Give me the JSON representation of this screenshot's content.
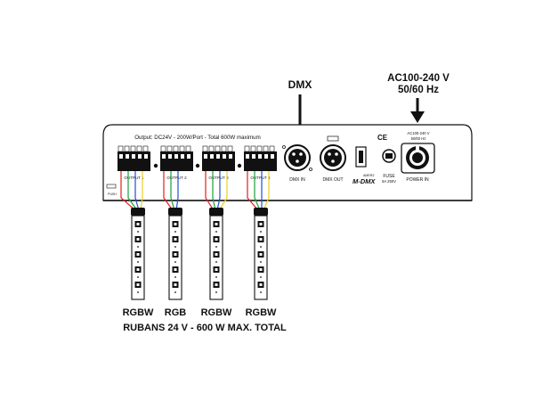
{
  "callouts": {
    "dmx": "DMX",
    "ac_line1": "AC100-240 V",
    "ac_line2": "50/60 Hz"
  },
  "panel": {
    "output_spec": "Output: DC24V - 200W/Port - Total 600W maximum",
    "ce_mark": "CE",
    "fuse_label": "FUSE",
    "fuse_rating": "6A 250V",
    "power_spec_line1": "AC100-240 V",
    "power_spec_line2": "50/60 Hz",
    "brand_logo": "M-DMX",
    "brand_small": "AMERZ"
  },
  "outputs": [
    {
      "label": "OUTPUT 1",
      "strip": "RGBW"
    },
    {
      "label": "OUTPUT 2",
      "strip": "RGB"
    },
    {
      "label": "OUTPUT 3",
      "strip": "RGBW"
    },
    {
      "label": "OUTPUT 4",
      "strip": "RGBW"
    }
  ],
  "ports": {
    "dmx_in": "DMX IN",
    "dmx_out": "DMX OUT",
    "power_in": "POWER IN",
    "push": "PUSH"
  },
  "footer": {
    "total": "RUBANS 24 V - 600 W MAX. TOTAL"
  },
  "colors": {
    "wire_red": "#e02020",
    "wire_green": "#1aa03a",
    "wire_blue": "#2050d0",
    "wire_yellow": "#e8d020",
    "ink": "#111111"
  }
}
